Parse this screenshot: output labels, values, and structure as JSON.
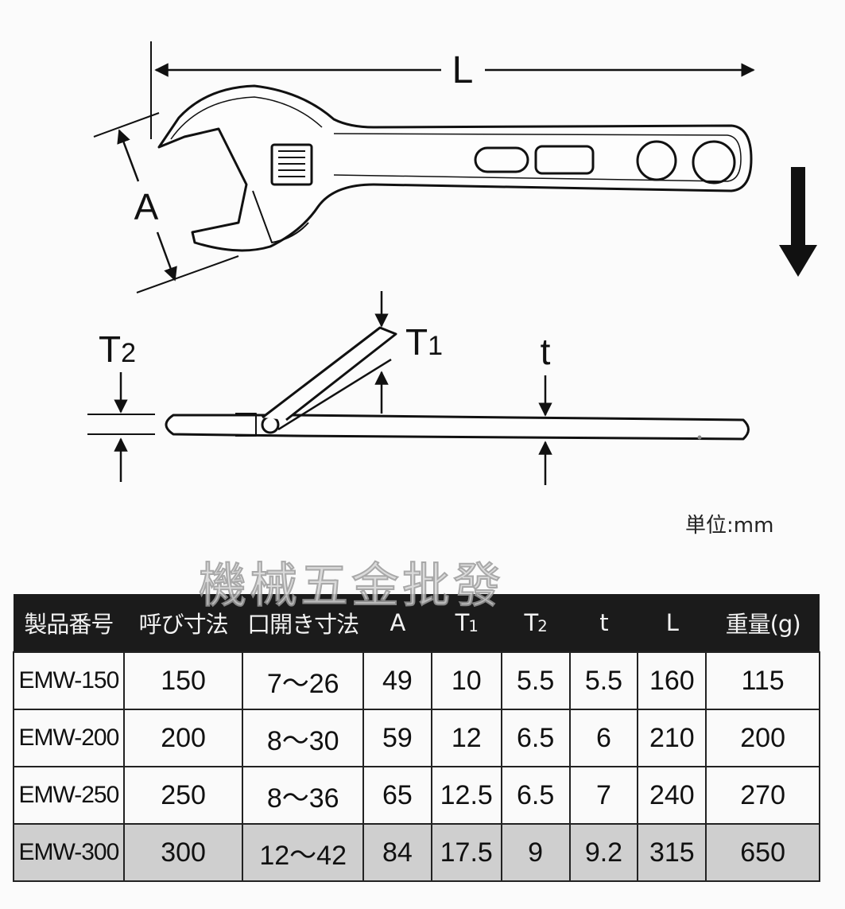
{
  "diagram": {
    "labels": {
      "L": "L",
      "A": "A",
      "T1_main": "T",
      "T1_sub": "1",
      "T2_main": "T",
      "T2_sub": "2",
      "t": "t"
    }
  },
  "unit_label": "単位:mm",
  "watermark": "機械五金批發",
  "table": {
    "headers": [
      {
        "main": "製品番号",
        "sub": ""
      },
      {
        "main": "呼び寸法",
        "sub": ""
      },
      {
        "main": "口開き寸法",
        "sub": ""
      },
      {
        "main": "A",
        "sub": ""
      },
      {
        "main": "T",
        "sub": "1"
      },
      {
        "main": "T",
        "sub": "2"
      },
      {
        "main": "t",
        "sub": ""
      },
      {
        "main": "L",
        "sub": ""
      },
      {
        "main": "重量(g)",
        "sub": ""
      }
    ],
    "rows": [
      [
        "EMW-150",
        "150",
        "7～26",
        "49",
        "10",
        "5.5",
        "5.5",
        "160",
        "115"
      ],
      [
        "EMW-200",
        "200",
        "8～30",
        "59",
        "12",
        "6.5",
        "6",
        "210",
        "200"
      ],
      [
        "EMW-250",
        "250",
        "8～36",
        "65",
        "12.5",
        "6.5",
        "7",
        "240",
        "270"
      ],
      [
        "EMW-300",
        "300",
        "12～42",
        "84",
        "17.5",
        "9",
        "9.2",
        "315",
        "650"
      ]
    ],
    "highlighted_row": 3
  }
}
